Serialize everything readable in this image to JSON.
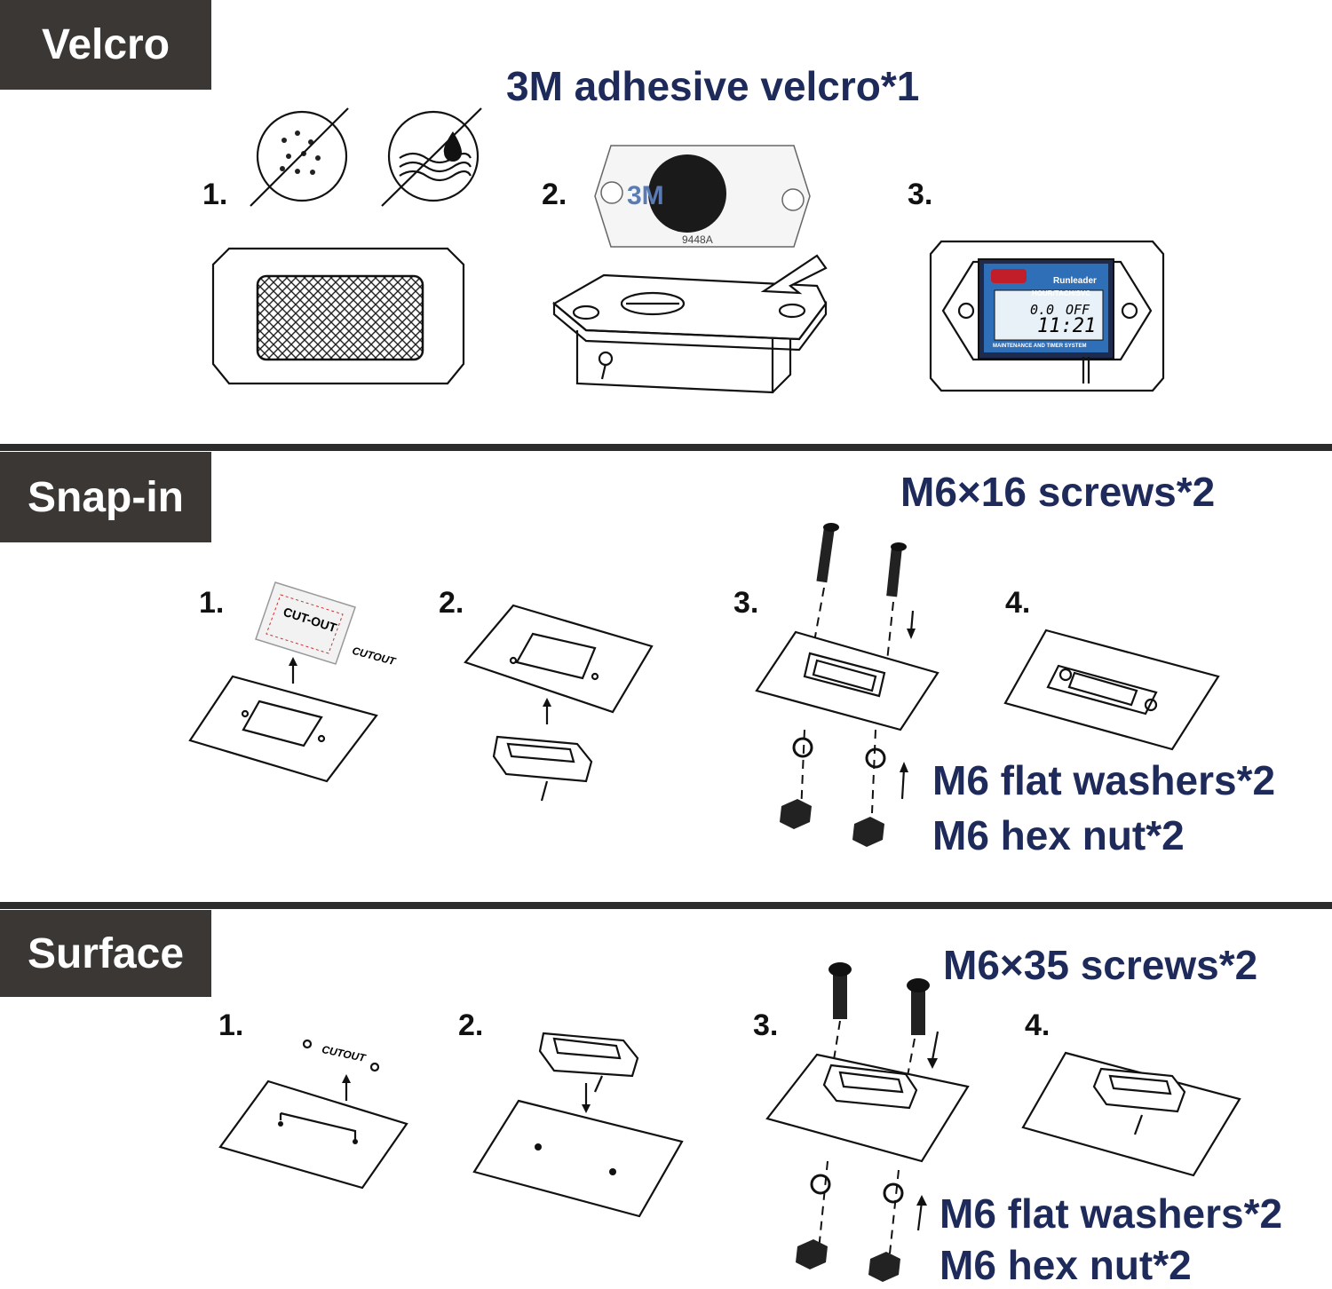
{
  "sections": [
    {
      "label": "Velcro"
    },
    {
      "label": "Snap-in"
    },
    {
      "label": "Surface"
    }
  ],
  "velcro": {
    "caption": "3M adhesive velcro*1",
    "steps": [
      "1.",
      "2.",
      "3."
    ],
    "tape_print": "3M",
    "tape_code": "9448A",
    "device_brand": "Runleader",
    "device_mode": "HOUR/TACH/SVC",
    "device_reading": "0.0",
    "device_state": "OFF",
    "device_time": "11:21",
    "device_footer": "MAINTENANCE AND TIMER SYSTEM"
  },
  "snapin": {
    "screws": "M6×16 screws*2",
    "washers": "M6 flat washers*2",
    "nuts": "M6 hex nut*2",
    "steps": [
      "1.",
      "2.",
      "3.",
      "4."
    ],
    "cutout_card": "CUT-OUT",
    "cutout_word": "CUTOUT"
  },
  "surface": {
    "screws": "M6×35 screws*2",
    "washers": "M6 flat washers*2",
    "nuts": "M6 hex nut*2",
    "steps": [
      "1.",
      "2.",
      "3.",
      "4."
    ],
    "cutout_word": "CUTOUT"
  },
  "colors": {
    "label_bg": "#3b3735",
    "caption_blue": "#1d2a5a",
    "divider": "#2c2c2c",
    "lcd_blue": "#1f5fb0"
  }
}
